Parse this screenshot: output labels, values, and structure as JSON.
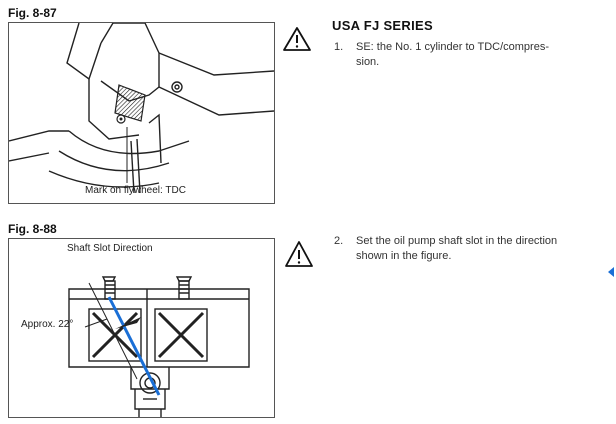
{
  "fig1": {
    "label": "Fig. 8-87",
    "caption": "Mark on flywheel: TDC"
  },
  "fig2": {
    "label": "Fig. 8-88",
    "title": "Shaft Slot Direction",
    "angle_label": "Approx. 22°"
  },
  "section": {
    "title": "USA FJ SERIES"
  },
  "steps": [
    {
      "number": "1.",
      "line1": "SE: the No. 1 cylinder to TDC/compres-",
      "line2": "sion."
    },
    {
      "number": "2.",
      "line1": "Set the oil pump shaft slot in the direction",
      "line2": "shown in the figure."
    }
  ],
  "icons": {
    "warning": "warning-triangle-icon"
  },
  "colors": {
    "accent_blue": "#1a6fd6"
  }
}
